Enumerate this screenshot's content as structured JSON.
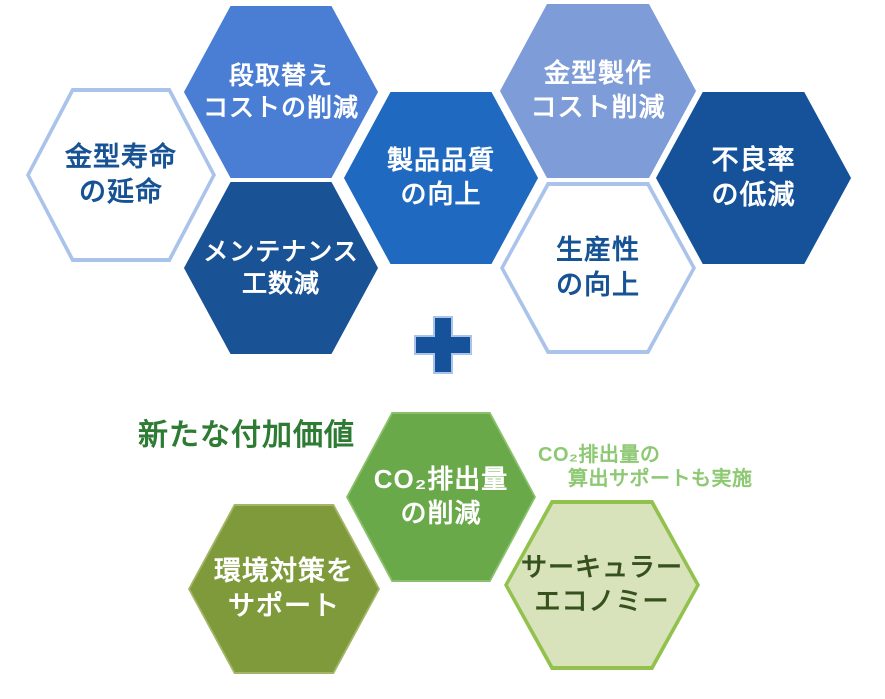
{
  "top_hexagons": [
    {
      "name": "mold-life-extension",
      "lines": [
        "金型寿命",
        "の延命"
      ],
      "fill": "#ffffff",
      "border": "#a9c3ea",
      "text_color": "#175394"
    },
    {
      "name": "setup-cost-reduction",
      "lines": [
        "段取替え",
        "コストの削減"
      ],
      "fill": "#4a7ed4",
      "border": "#4a7ed4",
      "text_color": "#ffffff"
    },
    {
      "name": "maintenance-manhour-reduction",
      "lines": [
        "メンテナンス",
        "工数減"
      ],
      "fill": "#1a5296",
      "border": "#1a5296",
      "text_color": "#ffffff"
    },
    {
      "name": "product-quality-improvement",
      "lines": [
        "製品品質",
        "の向上"
      ],
      "fill": "#1f6ac0",
      "border": "#1f6ac0",
      "text_color": "#ffffff"
    },
    {
      "name": "mold-making-cost-reduction",
      "lines": [
        "金型製作",
        "コスト削減"
      ],
      "fill": "#7e9cd8",
      "border": "#7e9cd8",
      "text_color": "#ffffff"
    },
    {
      "name": "productivity-improvement",
      "lines": [
        "生産性",
        "の向上"
      ],
      "fill": "#ffffff",
      "border": "#a9c3ea",
      "text_color": "#175394"
    },
    {
      "name": "defect-rate-reduction",
      "lines": [
        "不良率",
        "の低減"
      ],
      "fill": "#15529a",
      "border": "#15529a",
      "text_color": "#ffffff"
    }
  ],
  "plus": {
    "fill": "#15529a",
    "border": "#a9c3ea"
  },
  "bottom_label": {
    "text": "新たな付加価値",
    "text_color": "#2e7b33"
  },
  "bottom_hexagons": [
    {
      "name": "co2-emission-reduction",
      "lines": [
        "CO₂排出量",
        "の削減"
      ],
      "fill": "#6aa94a",
      "border": "#8bc06b",
      "text_color": "#ffffff"
    },
    {
      "name": "environmental-support",
      "lines": [
        "環境対策を",
        "サポート"
      ],
      "fill": "#7e9a3a",
      "border": "#a3b566",
      "text_color": "#ffffff"
    },
    {
      "name": "circular-economy",
      "lines": [
        "サーキュラー",
        "エコノミー"
      ],
      "fill": "#d8e3bb",
      "border": "#92c24d",
      "text_color": "#36511e"
    }
  ],
  "annotation": {
    "lines": [
      "CO₂排出量の",
      "算出サポートも実施"
    ],
    "text_color": "#8dc873"
  }
}
